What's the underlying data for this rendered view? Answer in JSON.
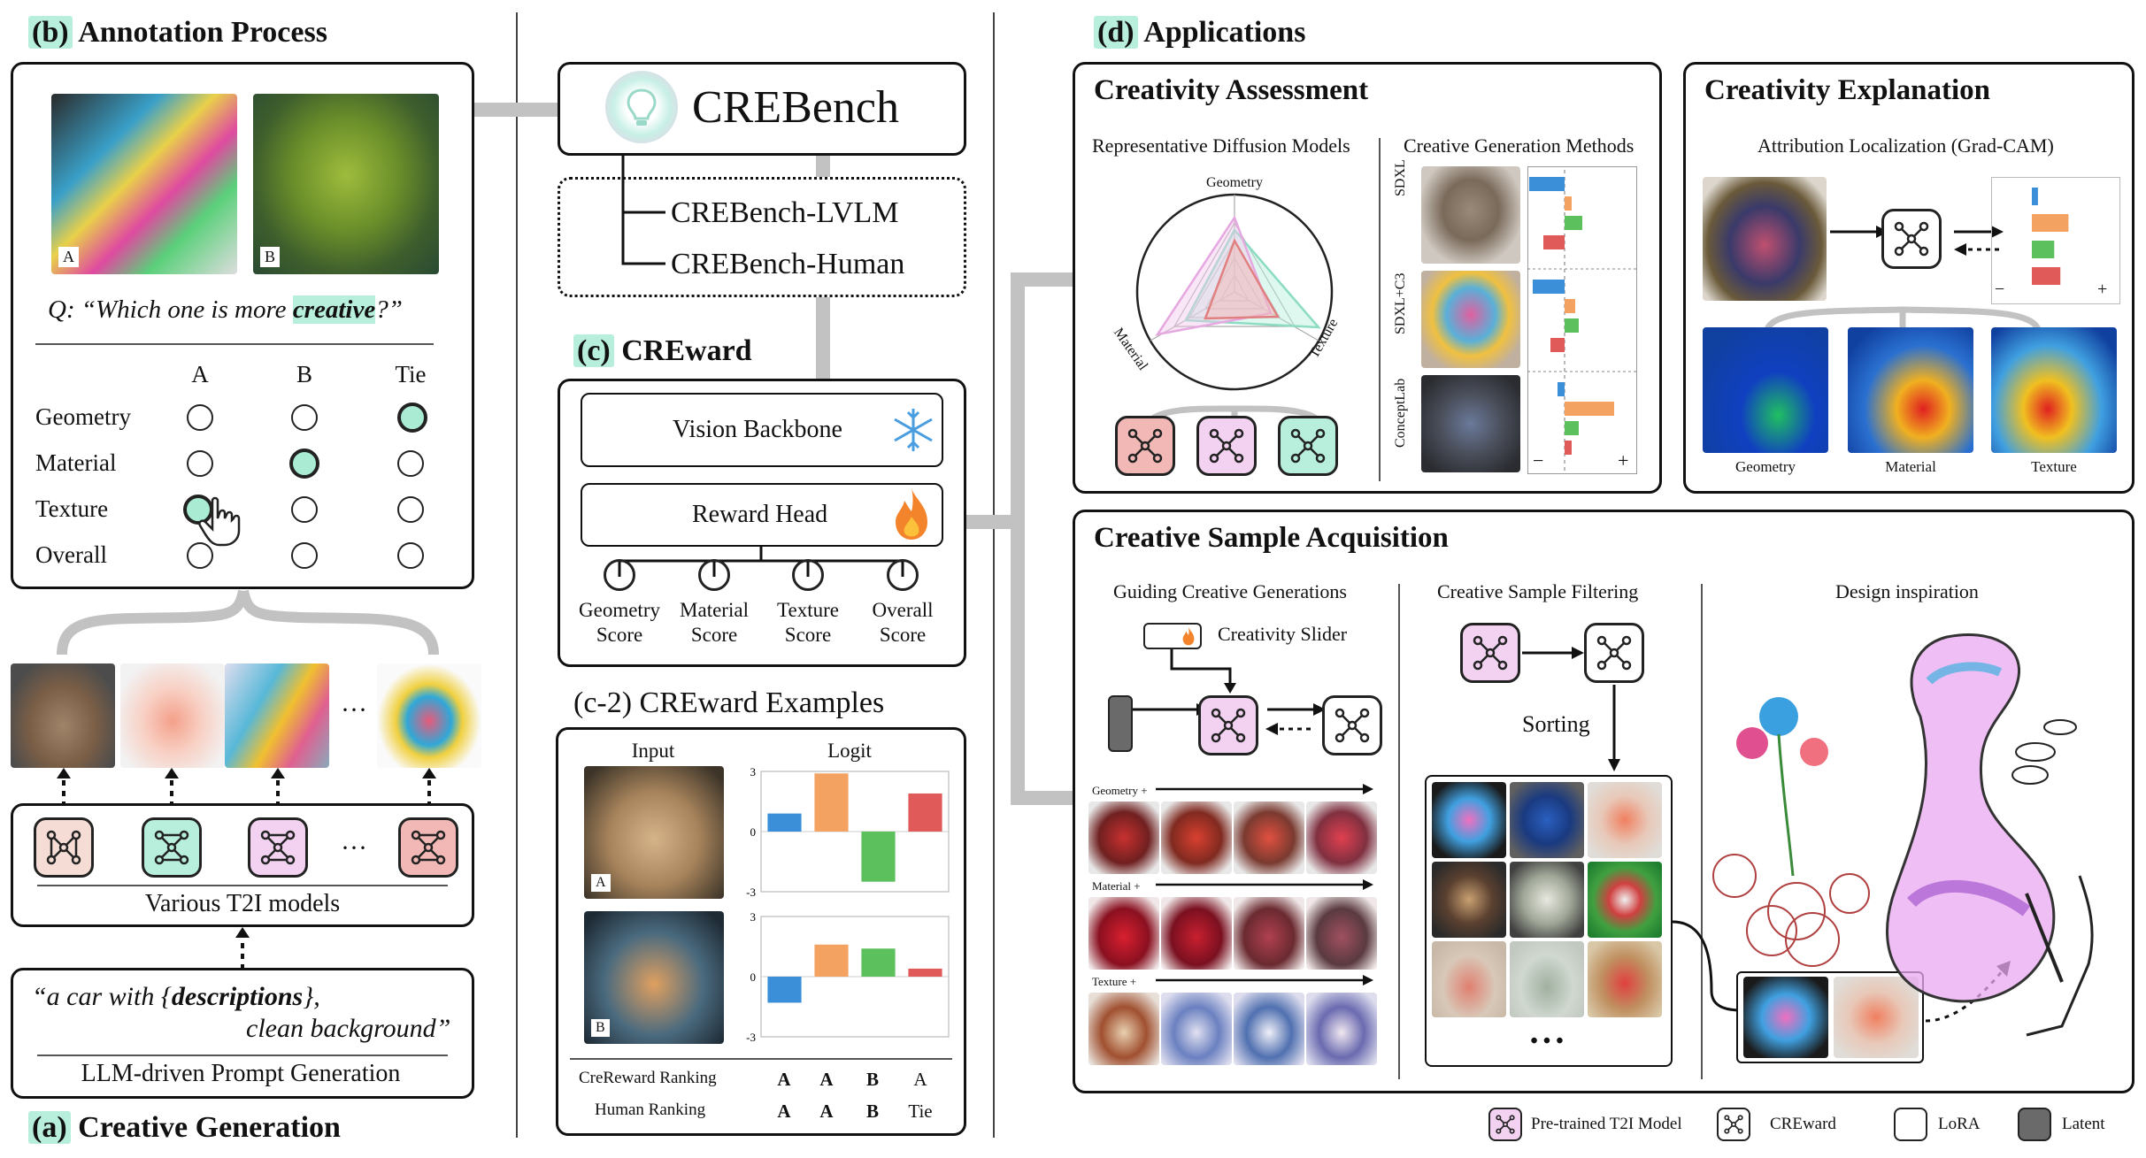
{
  "sections": {
    "b": {
      "letter": "(b)",
      "title": "Annotation Process"
    },
    "a": {
      "letter": "(a)",
      "title": "Creative Generation"
    },
    "c": {
      "letter": "(c)",
      "title": "CREward"
    },
    "c2": {
      "title": "(c-2) CREward Examples"
    },
    "d": {
      "letter": "(d)",
      "title": "Applications"
    }
  },
  "annotation": {
    "img_labels": [
      "A",
      "B"
    ],
    "question_pre": "Q: “Which one is more ",
    "question_highlight": "creative",
    "question_post": "?”",
    "columns": [
      "A",
      "B",
      "Tie"
    ],
    "rows": [
      {
        "label": "Geometry",
        "choice": "Tie"
      },
      {
        "label": "Material",
        "choice": "B"
      },
      {
        "label": "Texture",
        "choice": "A"
      },
      {
        "label": "Overall",
        "choice": ""
      }
    ]
  },
  "generation": {
    "ellipsis": "···",
    "models_label": "Various T2I models",
    "prompt_line1_pre": "“a car with {",
    "prompt_line1_bold": "descriptions",
    "prompt_line1_post": "},",
    "prompt_line2": "clean background”",
    "prompt_caption": "LLM-driven Prompt Generation"
  },
  "crebench": {
    "title": "CREBench",
    "items": [
      "CREBench-LVLM",
      "CREBench-Human"
    ]
  },
  "creward": {
    "backbone": "Vision Backbone",
    "head": "Reward Head",
    "scores": [
      {
        "line1": "Geometry",
        "line2": "Score",
        "color": "#3b8fd9"
      },
      {
        "line1": "Material",
        "line2": "Score",
        "color": "#f4a261"
      },
      {
        "line1": "Texture",
        "line2": "Score",
        "color": "#5cc05c"
      },
      {
        "line1": "Overall",
        "line2": "Score",
        "color": "#e05a5a"
      }
    ]
  },
  "examples": {
    "input_header": "Input",
    "logit_header": "Logit",
    "img_labels": [
      "A",
      "B"
    ],
    "ticks": [
      "3",
      "0",
      "-3"
    ],
    "rank_labels": [
      "CreReward Ranking",
      "Human Ranking"
    ],
    "creward_ranking": [
      "A",
      "A",
      "B",
      "A"
    ],
    "human_ranking": [
      "A",
      "A",
      "B",
      "Tie"
    ]
  },
  "chart_data": [
    {
      "type": "bar",
      "categories": [
        "Geometry",
        "Material",
        "Texture",
        "Overall"
      ],
      "values": [
        0.9,
        2.9,
        -2.5,
        1.9
      ],
      "ylim": [
        -3,
        3
      ],
      "colors": [
        "#3b8fd9",
        "#f4a261",
        "#5cc05c",
        "#e05a5a"
      ]
    },
    {
      "type": "bar",
      "categories": [
        "Geometry",
        "Material",
        "Texture",
        "Overall"
      ],
      "values": [
        -1.3,
        1.6,
        1.4,
        0.4
      ],
      "ylim": [
        -3,
        3
      ],
      "colors": [
        "#3b8fd9",
        "#f4a261",
        "#5cc05c",
        "#e05a5a"
      ]
    }
  ],
  "assessment": {
    "title": "Creativity Assessment",
    "left_sub": "Representative Diffusion Models",
    "right_sub": "Creative Generation Methods",
    "radar_axes": [
      "Geometry",
      "Material",
      "Texture"
    ],
    "methods": [
      "SDXL",
      "SDXL+C3",
      "ConceptLab"
    ],
    "minus": "−",
    "plus": "+",
    "bars": [
      [
        -1.0,
        0.2,
        0.5,
        -0.6
      ],
      [
        -0.9,
        0.3,
        0.4,
        -0.4
      ],
      [
        -0.2,
        1.4,
        0.4,
        0.2
      ]
    ]
  },
  "explanation": {
    "title": "Creativity Explanation",
    "sub": "Attribution Localization (Grad-CAM)",
    "labels": [
      "Geometry",
      "Material",
      "Texture"
    ],
    "minus": "−",
    "plus": "+",
    "bars": [
      0.15,
      0.9,
      0.55,
      0.7
    ]
  },
  "acquisition": {
    "title": "Creative Sample Acquisition",
    "col1": "Guiding Creative Generations",
    "col2": "Creative Sample Filtering",
    "col3": "Design inspiration",
    "slider": "Creativity Slider",
    "sorting": "Sorting",
    "rows": [
      "Geometry +",
      "Material +",
      "Texture +"
    ],
    "dots": "• • •"
  },
  "legend": [
    {
      "label": "Pre-trained T2I Model"
    },
    {
      "label": "CREward"
    },
    {
      "label": "LoRA"
    },
    {
      "label": "Latent"
    }
  ]
}
